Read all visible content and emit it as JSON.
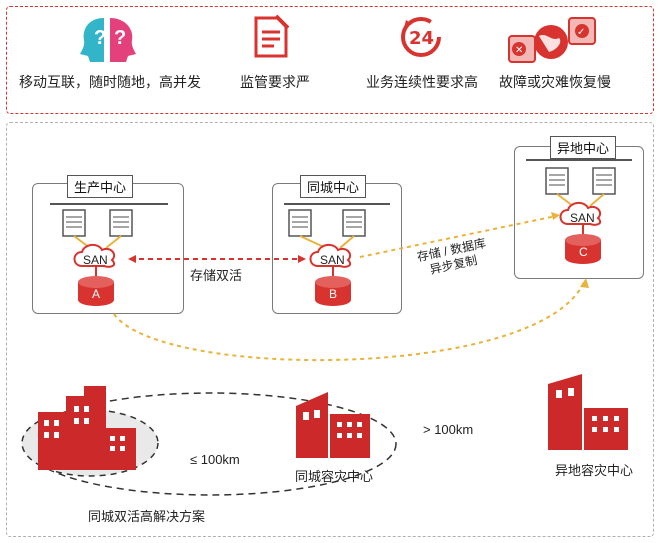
{
  "requirements": [
    {
      "label": "移动互联，随时随地，高并发",
      "icon": "faces-icon"
    },
    {
      "label": "监管要求严",
      "icon": "regulation-document-icon"
    },
    {
      "label": "业务连续性要求高",
      "icon": "clock-24-icon"
    },
    {
      "label": "故障或灾难恢复慢",
      "icon": "disaster-recovery-globe-icon"
    }
  ],
  "datacenters": {
    "production": {
      "title": "生产中心",
      "san": "SAN",
      "storage": "A"
    },
    "same_city": {
      "title": "同城中心",
      "san": "SAN",
      "storage": "B"
    },
    "remote": {
      "title": "异地中心",
      "san": "SAN",
      "storage": "C"
    }
  },
  "links": {
    "active_active": "存储双活",
    "async_line1": "存储 / 数据库",
    "async_line2": "异步复制"
  },
  "geography": {
    "distance_near": "≤ 100km",
    "distance_far": "> 100km",
    "same_city_dr": "同城容灾中心",
    "remote_dr": "异地容灾中心",
    "solution": "同城双活高解决方案"
  },
  "colors": {
    "accent": "#d9332f",
    "dashed_link": "#e8b33a",
    "server": "#666666"
  }
}
